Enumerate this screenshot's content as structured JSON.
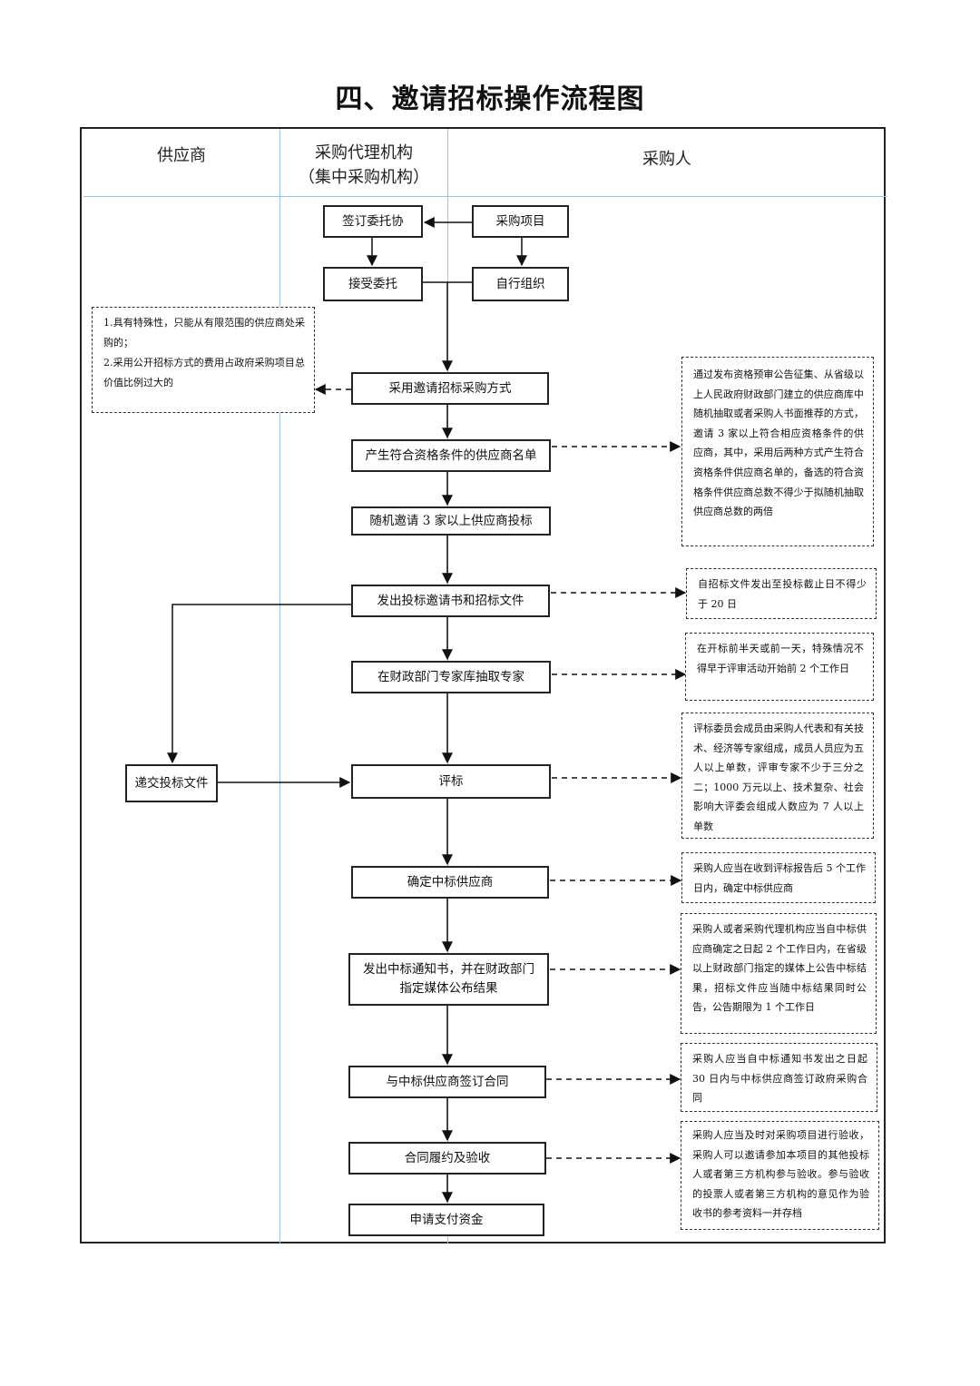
{
  "title": "四、邀请招标操作流程图",
  "lanes": {
    "supplier": "供应商",
    "agency_line1": "采购代理机构",
    "agency_line2": "（集中采购机构）",
    "purchaser": "采购人"
  },
  "boxes": {
    "sign": "签订委托协",
    "project": "采购项目",
    "accept": "接受委托",
    "self_org": "自行组织",
    "method": "采用邀请招标采购方式",
    "list": "产生符合资格条件的供应商名单",
    "invite3": "随机邀请 3 家以上供应商投标",
    "issue": "发出投标邀请书和招标文件",
    "experts": "在财政部门专家库抽取专家",
    "submit": "递交投标文件",
    "evaluate": "评标",
    "winner": "确定中标供应商",
    "notice_line1": "发出中标通知书，并在财政部门",
    "notice_line2": "指定媒体公布结果",
    "contract": "与中标供应商签订合同",
    "accept_check": "合同履约及验收",
    "payment": "申请支付资金"
  },
  "notes": {
    "left_line1": "1.具有特殊性，只能从有限范围的供应商处采购的；",
    "left_line2": "2.采用公开招标方式的费用占政府采购项目总价值比例过大的",
    "list_note": "通过发布资格预审公告征集、从省级以上人民政府财政部门建立的供应商库中随机抽取或者采购人书面推荐的方式，邀请 3 家以上符合相应资格条件的供应商，其中，采用后两种方式产生符合资格条件供应商名单的，备选的符合资格条件供应商总数不得少于拟随机抽取供应商总数的两倍",
    "issue_note": "自招标文件发出至投标截止日不得少于 20 日",
    "experts_note": "在开标前半天或前一天，特殊情况不得早于评审活动开始前 2 个工作日",
    "evaluate_note": "评标委员会成员由采购人代表和有关技术、经济等专家组成，成员人员应为五人以上单数，评审专家不少于三分之二；1000 万元以上、技术复杂、社会影响大评委会组成人数应为 7 人以上单数",
    "winner_note": "采购人应当在收到评标报告后 5 个工作日内，确定中标供应商",
    "notice_note": "采购人或者采购代理机构应当自中标供应商确定之日起 2 个工作日内，在省级以上财政部门指定的媒体上公告中标结果，招标文件应当随中标结果同时公告，公告期限为 1 个工作日",
    "contract_note": "采购人应当自中标通知书发出之日起 30 日内与中标供应商签订政府采购合同",
    "check_note": "采购人应当及时对采购项目进行验收，采购人可以邀请参加本项目的其他投标人或者第三方机构参与验收。参与验收的投票人或者第三方机构的意见作为验收书的参考资料一并存档"
  },
  "colors": {
    "lane_divider": "#9cc3e5",
    "border": "#222222"
  }
}
